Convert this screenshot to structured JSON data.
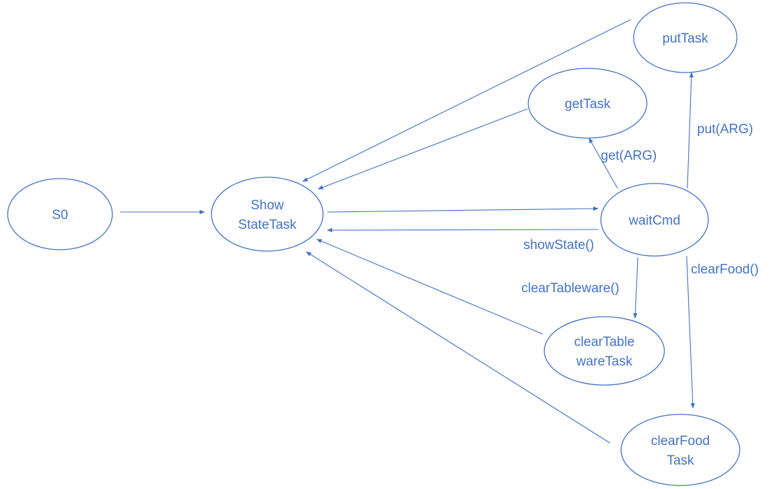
{
  "diagram": {
    "nodes": {
      "s0": {
        "lines": [
          "S0"
        ]
      },
      "showStateTask": {
        "lines": [
          "Show",
          "StateTask"
        ]
      },
      "waitCmd": {
        "lines": [
          "waitCmd"
        ]
      },
      "putTask": {
        "lines": [
          "putTask"
        ]
      },
      "getTask": {
        "lines": [
          "getTask"
        ]
      },
      "clearTablewareTask": {
        "lines": [
          "clearTable",
          "wareTask"
        ]
      },
      "clearFoodTask": {
        "lines": [
          "clearFood",
          "Task"
        ]
      }
    },
    "edges": [
      {
        "from": "s0",
        "to": "showStateTask",
        "label": ""
      },
      {
        "from": "showStateTask",
        "to": "waitCmd",
        "label": ""
      },
      {
        "from": "waitCmd",
        "to": "showStateTask",
        "label": "showState()"
      },
      {
        "from": "waitCmd",
        "to": "getTask",
        "label": "get(ARG)"
      },
      {
        "from": "waitCmd",
        "to": "putTask",
        "label": "put(ARG)"
      },
      {
        "from": "waitCmd",
        "to": "clearTablewareTask",
        "label": "clearTableware()"
      },
      {
        "from": "waitCmd",
        "to": "clearFoodTask",
        "label": "clearFood()"
      },
      {
        "from": "putTask",
        "to": "showStateTask",
        "label": ""
      },
      {
        "from": "getTask",
        "to": "showStateTask",
        "label": ""
      },
      {
        "from": "clearTablewareTask",
        "to": "showStateTask",
        "label": ""
      },
      {
        "from": "clearFoodTask",
        "to": "showStateTask",
        "label": ""
      }
    ]
  }
}
